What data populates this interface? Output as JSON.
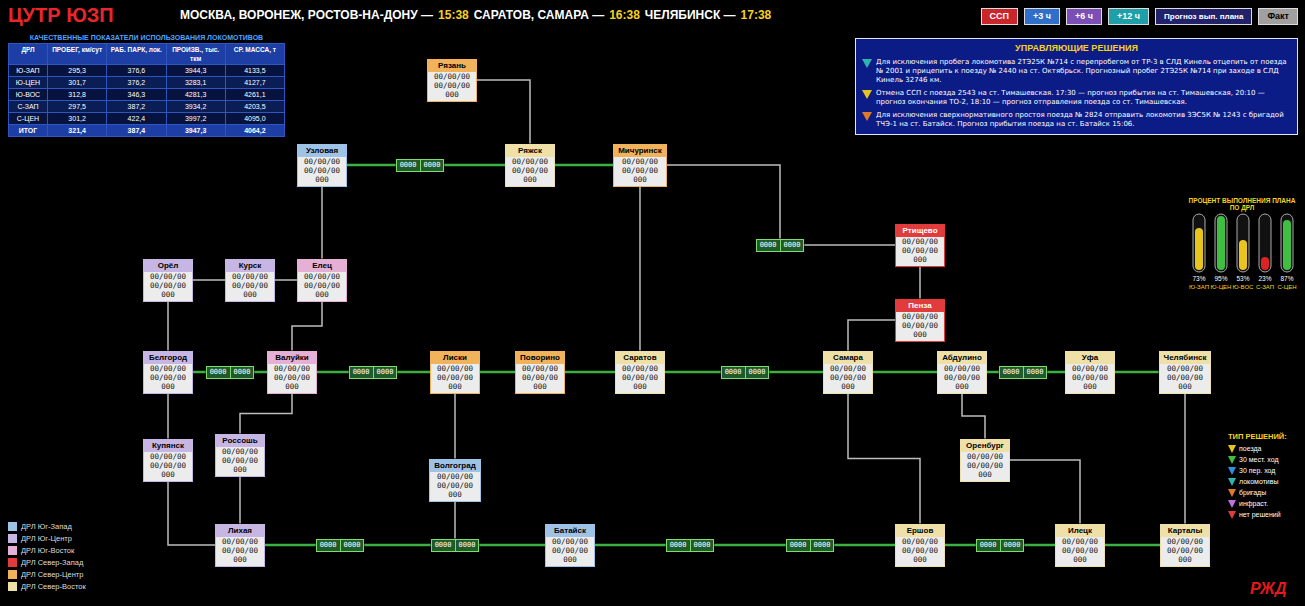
{
  "diagram": {
    "title": "ЦУТР ЮЗП",
    "nodes": [
      {
        "text": [
          "Рязань",
          "00/00/00",
          "00/00/00",
          "000"
        ]
      },
      {
        "text": [
          "Узловая",
          "00/00/00",
          "00/00/00",
          "000"
        ]
      },
      {
        "text": [
          "Ряжск",
          "00/00/00",
          "00/00/00",
          "000"
        ]
      },
      {
        "text": [
          "Мичуринск",
          "00/00/00",
          "00/00/00",
          "000"
        ]
      },
      {
        "text": [
          "Ртищево",
          "00/00/00",
          "00/00/00",
          "000"
        ]
      },
      {
        "text": [
          "Пенза",
          "00/00/00",
          "00/00/00",
          "000"
        ]
      },
      {
        "text": [
          "Орёл",
          "00/00/00",
          "00/00/00",
          "000"
        ]
      },
      {
        "text": [
          "Курск",
          "00/00/00",
          "00/00/00",
          "000"
        ]
      },
      {
        "text": [
          "Елец",
          "00/00/00",
          "00/00/00",
          "000"
        ]
      },
      {
        "text": [
          "Белгород",
          "00/00/00",
          "00/00/00",
          "000"
        ]
      },
      {
        "text": [
          "Валуйки",
          "00/00/00",
          "00/00/00",
          "000"
        ]
      },
      {
        "text": [
          "Лиски",
          "00/00/00",
          "00/00/00",
          "000"
        ]
      },
      {
        "text": [
          "Поворино",
          "00/00/00",
          "00/00/00",
          "000"
        ]
      },
      {
        "text": [
          "Саратов",
          "00/00/00",
          "00/00/00",
          "000"
        ]
      },
      {
        "text": [
          "Самара",
          "00/00/00",
          "00/00/00",
          "000"
        ]
      },
      {
        "text": [
          "Абдулино",
          "00/00/00",
          "00/00/00",
          "000"
        ]
      },
      {
        "text": [
          "Уфа",
          "00/00/00",
          "00/00/00",
          "000"
        ]
      },
      {
        "text": [
          "Челябинск",
          "00/00/00",
          "00/00/00",
          "000"
        ]
      },
      {
        "text": [
          "Купянск",
          "00/00/00",
          "00/00/00",
          "000"
        ]
      },
      {
        "text": [
          "Россошь",
          "00/00/00",
          "00/00/00",
          "000"
        ]
      },
      {
        "text": [
          "Лихая",
          "00/00/00",
          "00/00/00",
          "000"
        ]
      },
      {
        "text": [
          "Волгоград",
          "00/00/00",
          "00/00/00",
          "000"
        ]
      },
      {
        "text": [
          "Батайск",
          "00/00/00",
          "00/00/00",
          "000"
        ]
      },
      {
        "text": [
          "Ершов",
          "00/00/00",
          "00/00/00",
          "000"
        ]
      },
      {
        "text": [
          "Илецк",
          "00/00/00",
          "00/00/00",
          "000"
        ]
      },
      {
        "text": [
          "Карталы",
          "00/00/00",
          "00/00/00",
          "000"
        ]
      },
      {
        "text": [
          "Оренбург",
          "00/00/00",
          "00/00/00",
          "000"
        ]
      },
      {
        "text": [
          "0000",
          "0000"
        ]
      },
      {
        "text": [
          "0000",
          "0000"
        ]
      },
      {
        "text": [
          "0000",
          "0000"
        ]
      },
      {
        "text": [
          "0000",
          "0000"
        ]
      },
      {
        "text": [
          "0000",
          "0000"
        ]
      },
      {
        "text": [
          "0000",
          "0000"
        ]
      },
      {
        "text": [
          "0000",
          "0000"
        ]
      },
      {
        "text": [
          "0000",
          "0000"
        ]
      },
      {
        "text": [
          "0000",
          "0000"
        ]
      },
      {
        "text": [
          "0000",
          "0000"
        ]
      },
      {
        "text": [
          "0000",
          "0000"
        ]
      },
      {
        "text": [
          "ССП"
        ]
      },
      {
        "text": [
          "+3 ч"
        ]
      },
      {
        "text": [
          "+6 ч"
        ]
      },
      {
        "text": [
          "+12 ч"
        ]
      },
      {
        "text": [
          "Прогноз вып. плана"
        ]
      },
      {
        "text": [
          "Факт"
        ]
      },
      {
        "text": [
          "УПРАВЛЯЮЩИЕ РЕШЕНИЯ",
          "Для исключения пробега локомотива 2ТЭ25К №714 с перепробегом от ТР-3 в СЛД Кинель отцепить от поезда № 2001 и прицепить к поезду № 2440 на ст. Октябрьск. Прогнозный пробег 2ТЭ25К №714 при заходе в СЛД Кинель 32746 км.",
          "Отмена ССП с поезда 2543 на ст. Тимашевская. 17:30 — прогноз прибытия на ст. Тимашевская, 20:10 — прогноз окончания ТО-2, 18:10 — прогноз отправления поезда со ст. Тимашевская.",
          "Для исключения сверхнормативного простоя поезда № 2824 отправить локомотив 3ЭС5К № 1243 с бригадой ТЧЭ-1 на ст. Батайск. Прогноз прибытия поезда на ст. Батайск 15:06."
        ]
      }
    ],
    "edges": [
      {
        "from": 0,
        "to": 2,
        "arrow": "none"
      },
      {
        "from": 1,
        "to": 27,
        "arrow": "none"
      },
      {
        "from": 27,
        "to": 2,
        "arrow": "none"
      },
      {
        "from": 2,
        "to": 3,
        "arrow": "none"
      },
      {
        "from": 3,
        "to": 28,
        "arrow": "none"
      },
      {
        "from": 28,
        "to": 4,
        "arrow": "none"
      },
      {
        "from": 4,
        "to": 5,
        "arrow": "none"
      },
      {
        "from": 1,
        "to": 8,
        "arrow": "none"
      },
      {
        "from": 6,
        "to": 7,
        "arrow": "none"
      },
      {
        "from": 7,
        "to": 8,
        "arrow": "none"
      },
      {
        "from": 8,
        "to": 10,
        "arrow": "none"
      },
      {
        "from": 6,
        "to": 9,
        "arrow": "none"
      },
      {
        "from": 9,
        "to": 29,
        "arrow": "none"
      },
      {
        "from": 29,
        "to": 10,
        "arrow": "none"
      },
      {
        "from": 10,
        "to": 30,
        "arrow": "none"
      },
      {
        "from": 30,
        "to": 11,
        "arrow": "none"
      },
      {
        "from": 11,
        "to": 12,
        "arrow": "none"
      },
      {
        "from": 12,
        "to": 13,
        "arrow": "none"
      },
      {
        "from": 13,
        "to": 31,
        "arrow": "none"
      },
      {
        "from": 31,
        "to": 14,
        "arrow": "none"
      },
      {
        "from": 14,
        "to": 15,
        "arrow": "none"
      },
      {
        "from": 15,
        "to": 32,
        "arrow": "none"
      },
      {
        "from": 32,
        "to": 16,
        "arrow": "none"
      },
      {
        "from": 16,
        "to": 17,
        "arrow": "none"
      },
      {
        "from": 9,
        "to": 18,
        "arrow": "none"
      },
      {
        "from": 10,
        "to": 19,
        "arrow": "none"
      },
      {
        "from": 19,
        "to": 20,
        "arrow": "none"
      },
      {
        "from": 20,
        "to": 33,
        "arrow": "none"
      },
      {
        "from": 33,
        "to": 34,
        "arrow": "none"
      },
      {
        "from": 34,
        "to": 22,
        "arrow": "none"
      },
      {
        "from": 11,
        "to": 21,
        "arrow": "none"
      },
      {
        "from": 21,
        "to": 34,
        "arrow": "none"
      },
      {
        "from": 22,
        "to": 35,
        "arrow": "none"
      },
      {
        "from": 35,
        "to": 36,
        "arrow": "none"
      },
      {
        "from": 36,
        "to": 23,
        "arrow": "none"
      },
      {
        "from": 23,
        "to": 37,
        "arrow": "none"
      },
      {
        "from": 37,
        "to": 24,
        "arrow": "none"
      },
      {
        "from": 24,
        "to": 25,
        "arrow": "none"
      },
      {
        "from": 3,
        "to": 13,
        "arrow": "none"
      },
      {
        "from": 5,
        "to": 14,
        "arrow": "none"
      },
      {
        "from": 14,
        "to": 23,
        "arrow": "none"
      },
      {
        "from": 15,
        "to": 26,
        "arrow": "none"
      },
      {
        "from": 26,
        "to": 24,
        "arrow": "none"
      },
      {
        "from": 17,
        "to": 25,
        "arrow": "none"
      },
      {
        "from": 18,
        "to": 20,
        "arrow": "none"
      }
    ],
    "labels": [
      "МОСКВА, ВОРОНЕЖ, РОСТОВ-НА-ДОНУ —",
      "15:38",
      "САРАТОВ, САМАРА —",
      "16:38",
      "ЧЕЛЯБИНСК —",
      "17:38",
      "КАЧЕСТВЕННЫЕ ПОКАЗАТЕЛИ ИСПОЛЬЗОВАНИЯ ЛОКОМОТИВОВ",
      "ДРЛ",
      "ПРОБЕГ, км/сут",
      "РАБ. ПАРК, лок.",
      "ПРОИЗВ., тыс. ткм",
      "СР. МАССА, т",
      "Ю-ЗАП",
      "295,3",
      "376,6",
      "3944,3",
      "4133,5",
      "Ю-ЦЕН",
      "301,7",
      "376,2",
      "3283,1",
      "4127,7",
      "Ю-ВОС",
      "312,8",
      "346,3",
      "4281,3",
      "4261,1",
      "С-ЗАП",
      "297,5",
      "387,2",
      "3934,2",
      "4203,5",
      "С-ЦЕН",
      "301,2",
      "422,4",
      "3997,2",
      "4095,0",
      "ИТОГ",
      "321,4",
      "387,4",
      "3947,3",
      "4064,2",
      "ПРОЦЕНТ ВЫПОЛНЕНИЯ ПЛАНА ПО ДРЛ",
      "73%",
      "95%",
      "53%",
      "23%",
      "87%",
      "Ю-ЗАП",
      "Ю-ЦЕН",
      "Ю-ВОС",
      "С-ЗАП",
      "С-ЦЕН",
      "ТИП РЕШЕНИЙ:",
      "РЖД"
    ],
    "legend": [
      {
        "text": "ДРЛ Юг-Запад",
        "color": "#9fc3e6"
      },
      {
        "text": "ДРЛ Юг-Центр",
        "color": "#c7b5e3"
      },
      {
        "text": "ДРЛ Юг-Восток",
        "color": "#e6b0d6"
      },
      {
        "text": "ДРЛ Север-Запад",
        "color": "#e23b3b"
      },
      {
        "text": "ДРЛ Север-Центр",
        "color": "#f0b25a"
      },
      {
        "text": "ДРЛ Север-Восток",
        "color": "#efe0a8"
      },
      {
        "text": "поезда"
      },
      {
        "text": "30 мест. ход"
      },
      {
        "text": "30 пер. ход"
      },
      {
        "text": "локомотивы"
      },
      {
        "text": "бригады"
      },
      {
        "text": "инфраст."
      },
      {
        "text": "нет решений"
      }
    ]
  }
}
